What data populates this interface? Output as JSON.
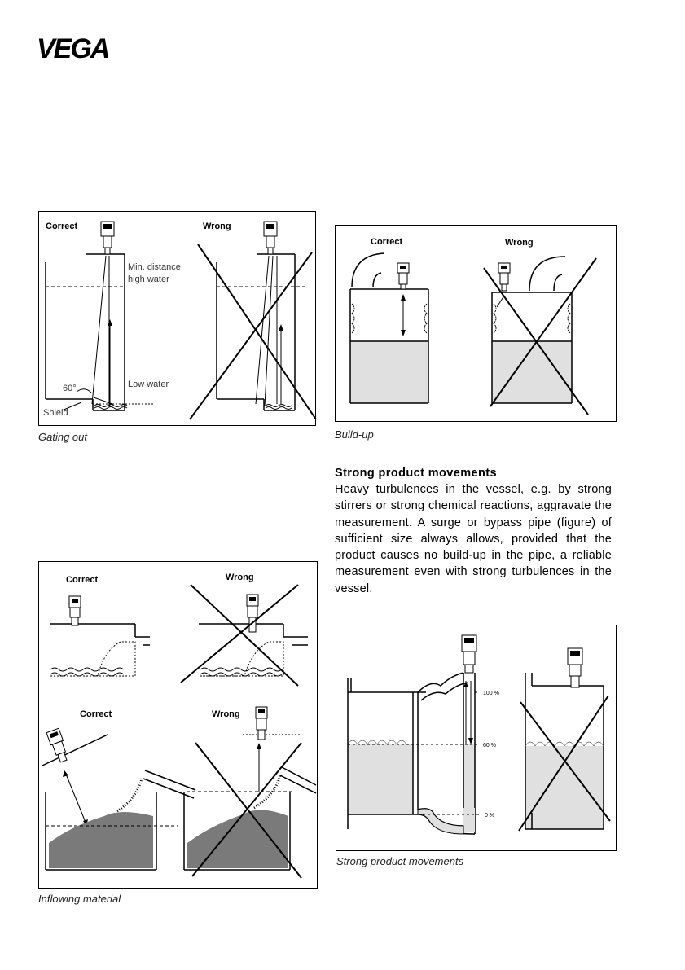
{
  "brand": {
    "logo_text": "VEGA"
  },
  "figures": {
    "gating": {
      "correct_label": "Correct",
      "wrong_label": "Wrong",
      "min_distance_label": "Min. distance",
      "high_water_label": "high water",
      "low_water_label": "Low water",
      "angle_label": "60°",
      "shield_label": "Shield",
      "caption": "Gating out"
    },
    "buildup": {
      "correct_label": "Correct",
      "wrong_label": "Wrong",
      "caption": "Build-up"
    },
    "inflowing": {
      "correct_label_top": "Correct",
      "wrong_label_top": "Wrong",
      "correct_label_bottom": "Correct",
      "wrong_label_bottom": "Wrong",
      "caption": "Inflowing material"
    },
    "movements": {
      "level_100": "100 %",
      "level_60": "60 %",
      "level_0": "0 %",
      "caption": "Strong product movements"
    }
  },
  "section": {
    "heading": "Strong product movements",
    "body": "Heavy turbulences in the vessel, e.g. by strong stirrers or strong chemical reactions, aggravate the measurement. A surge or bypass pipe (figure) of sufficient size always allows, provided that the product causes no build-up in the pipe, a reliable measurement even with strong turbulences in the vessel."
  },
  "colors": {
    "fill_light": "#e0e0e0",
    "fill_dark": "#7a7a7a",
    "line": "#000000"
  }
}
